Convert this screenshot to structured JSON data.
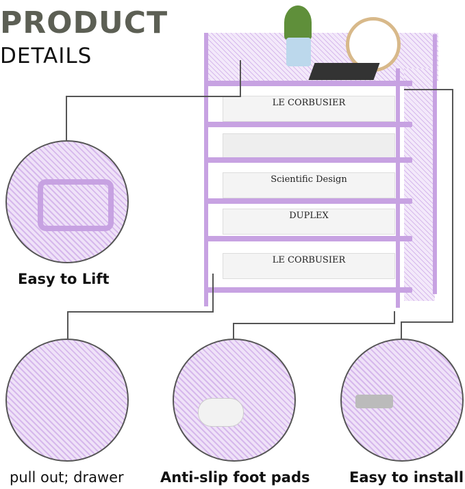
{
  "header": {
    "title": "PRODUCT",
    "subtitle": "DETAILS"
  },
  "features": [
    {
      "label": "Easy to Lift"
    },
    {
      "label": "pull out; drawer"
    },
    {
      "label": "Anti-slip foot pads"
    },
    {
      "label": "Easy to install"
    }
  ],
  "books": [
    "LE CORBUSIER",
    "Scientific Design",
    "DUPLEX",
    "LE CORBUSIER"
  ],
  "colors": {
    "product": "#c7a2e2",
    "title": "#5c5f54"
  }
}
